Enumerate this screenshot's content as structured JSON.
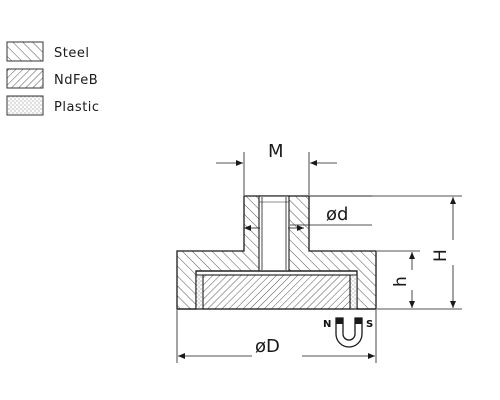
{
  "legend": [
    {
      "label": "Steel",
      "pattern": "steel-hatch-icon"
    },
    {
      "label": "NdFeB",
      "pattern": "ndfeb-hatch-icon"
    },
    {
      "label": "Plastic",
      "pattern": "plastic-stipple-icon"
    }
  ],
  "dimensions": {
    "thread": "M",
    "bore_diameter": "ød",
    "total_height": "H",
    "base_height": "h",
    "outer_diameter": "øD"
  },
  "magnet_symbol": {
    "pole_north": "N",
    "pole_south": "S",
    "icon": "horseshoe-magnet-icon"
  },
  "colors": {
    "line": "#1a1a1a",
    "hatch": "#555555",
    "background": "#ffffff"
  }
}
